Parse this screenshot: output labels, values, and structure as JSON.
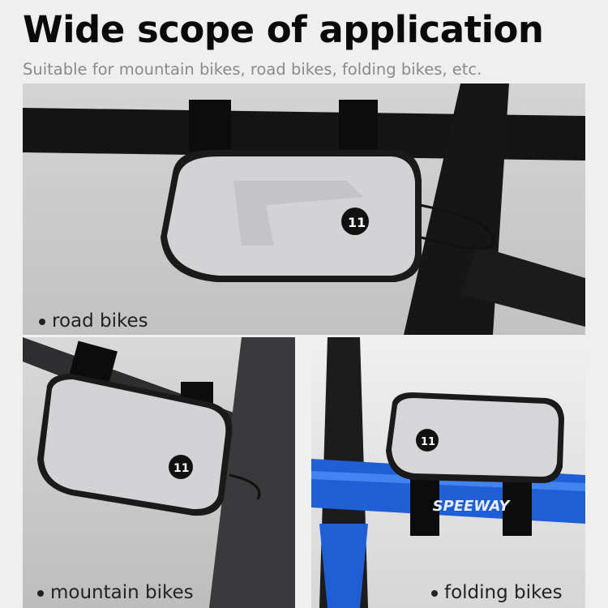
{
  "header": {
    "title": "Wide scope of application",
    "subtitle": "Suitable for mountain bikes, road bikes, folding bikes, etc."
  },
  "panels": [
    {
      "caption": "road bikes",
      "frame_color": "#111111"
    },
    {
      "caption": "mountain bikes",
      "frame_color": "#3a3a3c"
    },
    {
      "caption": "folding bikes",
      "frame_color": "#1f5fd6",
      "frame_lettering": "SPEEWAY"
    }
  ],
  "product": {
    "bag_color": "#d9d9db",
    "logo": "brand-logo-circle"
  }
}
